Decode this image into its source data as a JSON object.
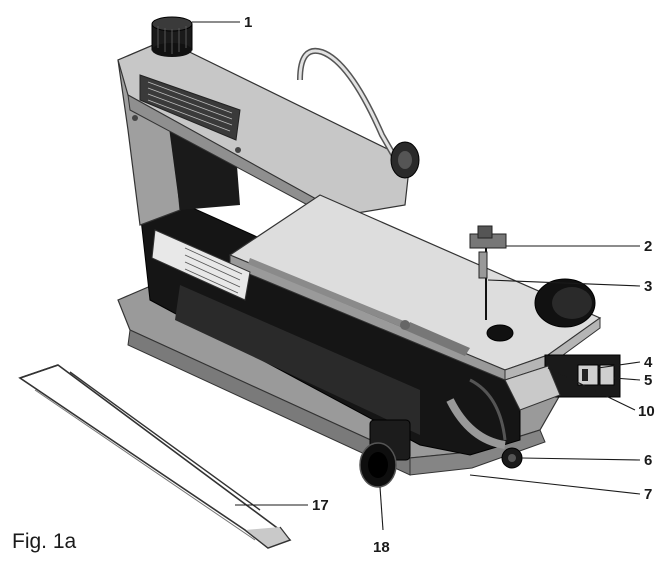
{
  "figure": {
    "caption": "Fig. 1a"
  },
  "callouts": [
    "1",
    "2",
    "3",
    "4",
    "5",
    "10",
    "6",
    "7",
    "17",
    "18"
  ],
  "colors": {
    "ink": "#1a1a1a",
    "metal_light": "#d9d9d9",
    "metal_mid": "#a8a8a8",
    "metal_dark": "#6e6e6e",
    "housing_black": "#151515"
  }
}
